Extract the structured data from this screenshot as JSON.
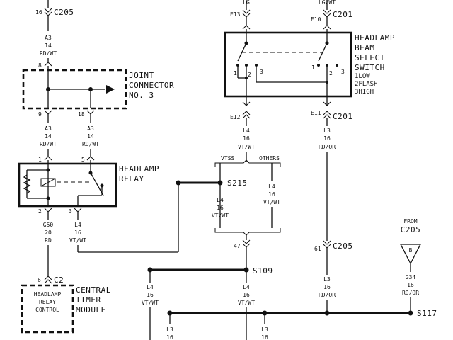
{
  "connectors": {
    "c205_top": {
      "pin": "16",
      "name": "C205"
    },
    "c201_top_left": {
      "pin": "E13",
      "wire": "LG"
    },
    "c201_top_right": {
      "pin": "E10",
      "wire": "LG/WT",
      "name": "C201"
    },
    "c201_bot_left": {
      "pin": "E12"
    },
    "c201_bot_right": {
      "pin": "E11",
      "name": "C201"
    },
    "c205_mid_left": {
      "pin": "47"
    },
    "c205_mid_right": {
      "pin": "61",
      "name": "C205"
    },
    "c2": {
      "pin": "6",
      "name": "C2"
    }
  },
  "wires": {
    "a3_top": {
      "circuit": "A3",
      "gauge": "14",
      "color": "RD/WT"
    },
    "a3_left": {
      "circuit": "A3",
      "gauge": "14",
      "color": "RD/WT"
    },
    "a3_right": {
      "circuit": "A3",
      "gauge": "14",
      "color": "RD/WT"
    },
    "g50": {
      "circuit": "G50",
      "gauge": "20",
      "color": "RD"
    },
    "l4_relay": {
      "circuit": "L4",
      "gauge": "16",
      "color": "VT/WT"
    },
    "l4_switch": {
      "circuit": "L4",
      "gauge": "16",
      "color": "VT/WT"
    },
    "l3_switch": {
      "circuit": "L3",
      "gauge": "16",
      "color": "RD/OR"
    },
    "l4_vtss": {
      "circuit": "L4",
      "gauge": "16",
      "color": "VT/WT"
    },
    "l4_others": {
      "circuit": "L4",
      "gauge": "16",
      "color": "VT/WT"
    },
    "l4_bot_left": {
      "circuit": "L4",
      "gauge": "16",
      "color": "VT/WT"
    },
    "l4_bot_mid": {
      "circuit": "L4",
      "gauge": "16",
      "color": "VT/WT"
    },
    "l3_bot_right": {
      "circuit": "L3",
      "gauge": "16",
      "color": "RD/OR"
    },
    "g34": {
      "circuit": "G34",
      "gauge": "16",
      "color": "RD/OR"
    },
    "l3_bot_1": {
      "circuit": "L3",
      "gauge": "16"
    },
    "l3_bot_2": {
      "circuit": "L3",
      "gauge": "16"
    }
  },
  "components": {
    "joint_connector": {
      "lines": [
        "JOINT",
        "CONNECTOR",
        "NO. 3"
      ],
      "pins": {
        "p8": "8",
        "p9": "9",
        "p18": "18"
      }
    },
    "headlamp_relay": {
      "lines": [
        "HEADLAMP",
        "RELAY"
      ],
      "pins": {
        "p1": "1",
        "p5": "5",
        "p2": "2",
        "p3": "3"
      }
    },
    "beam_switch": {
      "lines": [
        "HEADLAMP",
        "BEAM",
        "SELECT",
        "SWITCH"
      ],
      "positions": [
        "1LOW",
        "2FLASH",
        "3HIGH"
      ],
      "pins": {
        "l1": "1",
        "l2": "2",
        "l3": "3",
        "r1": "1",
        "r2": "2",
        "r3": "3"
      }
    },
    "timer_module": {
      "box_lines": [
        "HEADLAMP",
        "RELAY",
        "CONTROL"
      ],
      "lines": [
        "CENTRAL",
        "TIMER",
        "MODULE"
      ]
    }
  },
  "splices": {
    "s215": "S215",
    "s109": "S109",
    "s117": "S117"
  },
  "branches": {
    "vtss": "VTSS",
    "others": "OTHERS"
  },
  "from": {
    "lines": [
      "FROM",
      "C205"
    ],
    "ref": "B"
  }
}
